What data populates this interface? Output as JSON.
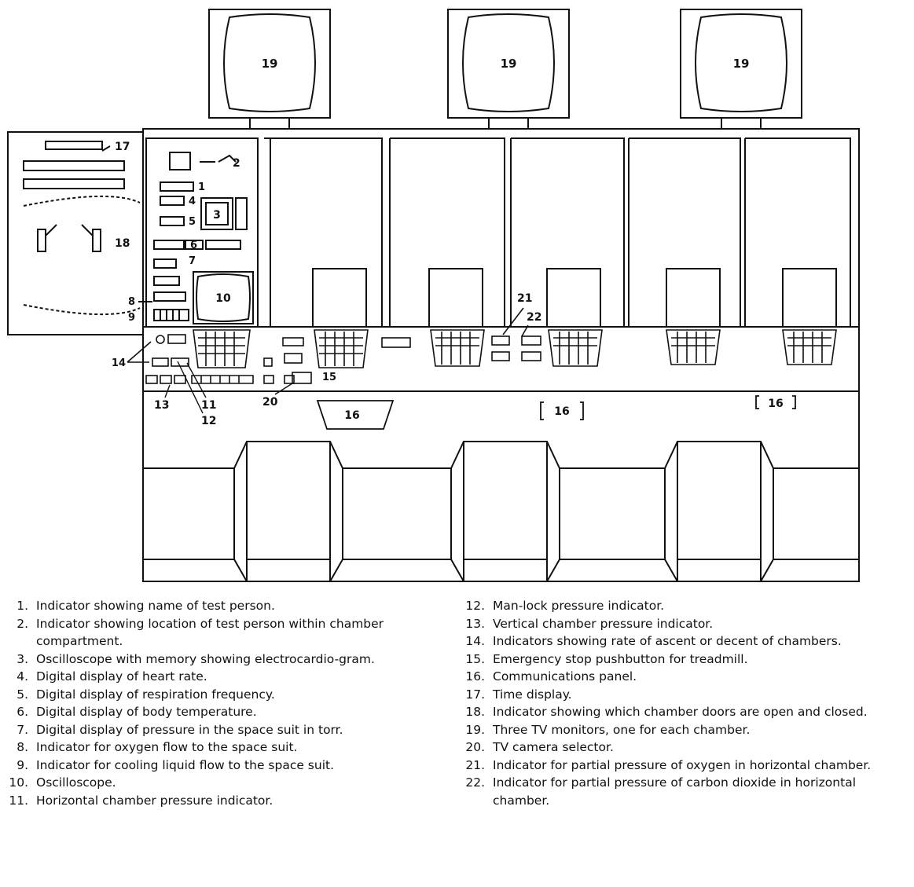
{
  "callouts": {
    "monitor": "19",
    "time_display": "17",
    "door_indicator": "18",
    "name_indicator": "1",
    "location_indicator": "2",
    "oscilloscope_memory": "3",
    "heart_rate": "4",
    "respiration": "5",
    "body_temp": "6",
    "suit_pressure": "7",
    "oxygen_flow": "8",
    "cooling_flow": "9",
    "oscilloscope": "10",
    "horizontal_pressure": "11",
    "manlock_pressure": "12",
    "vertical_pressure": "13",
    "ascent_rate": "14",
    "emergency_stop": "15",
    "comm_panel": "16",
    "tv_selector": "20",
    "o2_partial": "21",
    "co2_partial": "22"
  },
  "legend_left": [
    {
      "num": "1.",
      "text": "Indicator showing name of test person."
    },
    {
      "num": "2.",
      "text": "Indicator showing location of test person within chamber compartment."
    },
    {
      "num": "3.",
      "text": "Oscilloscope with memory showing electrocardio-gram."
    },
    {
      "num": "4.",
      "text": "Digital display of heart rate."
    },
    {
      "num": "5.",
      "text": "Digital display of respiration frequency."
    },
    {
      "num": "6.",
      "text": "Digital display of body temperature."
    },
    {
      "num": "7.",
      "text": "Digital display of pressure in the space suit in torr."
    },
    {
      "num": "8.",
      "text": "Indicator for oxygen flow to the space suit."
    },
    {
      "num": "9.",
      "text": "Indicator for cooling liquid flow to the space suit."
    },
    {
      "num": "10.",
      "text": "Oscilloscope."
    },
    {
      "num": "11.",
      "text": "Horizontal chamber pressure indicator."
    }
  ],
  "legend_right": [
    {
      "num": "12.",
      "text": "Man-lock pressure indicator."
    },
    {
      "num": "13.",
      "text": "Vertical chamber pressure indicator."
    },
    {
      "num": "14.",
      "text": "Indicators showing rate of ascent or decent of chambers."
    },
    {
      "num": "15.",
      "text": "Emergency stop pushbutton for treadmill."
    },
    {
      "num": "16.",
      "text": "Communications panel."
    },
    {
      "num": "17.",
      "text": "Time display."
    },
    {
      "num": "18.",
      "text": "Indicator showing which chamber doors are open and closed."
    },
    {
      "num": "19.",
      "text": "Three TV monitors, one for each chamber."
    },
    {
      "num": "20.",
      "text": "TV camera selector."
    },
    {
      "num": "21.",
      "text": "Indicator for partial pressure of oxygen in horizontal chamber."
    },
    {
      "num": "22.",
      "text": "Indicator for partial pressure of carbon dioxide in horizontal chamber."
    }
  ]
}
